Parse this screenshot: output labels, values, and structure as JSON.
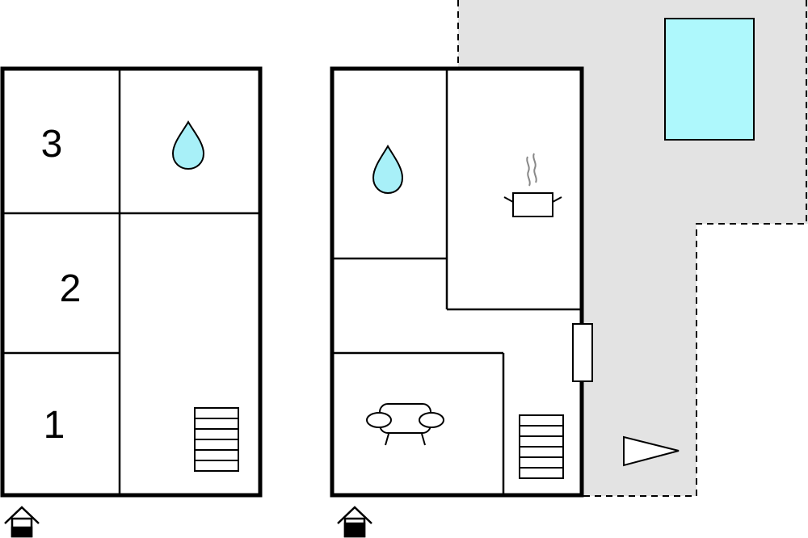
{
  "floor_upper": {
    "room_numbers": [
      "3",
      "2",
      "1"
    ]
  },
  "icons": {
    "bathroom": "water-drop-icon",
    "kitchen": "cooking-pot-icon",
    "living": "sofa-icon",
    "stairs": "staircase-icon",
    "floor_marker": "house-floor-icon",
    "terrace": "terrace-area",
    "pool": "pool-icon",
    "orientation": "north-arrow-icon"
  },
  "colors": {
    "wall": "#000000",
    "terrace": "#e3e3e3",
    "pool": "#aef8fc",
    "water": "#a8f0f8"
  }
}
